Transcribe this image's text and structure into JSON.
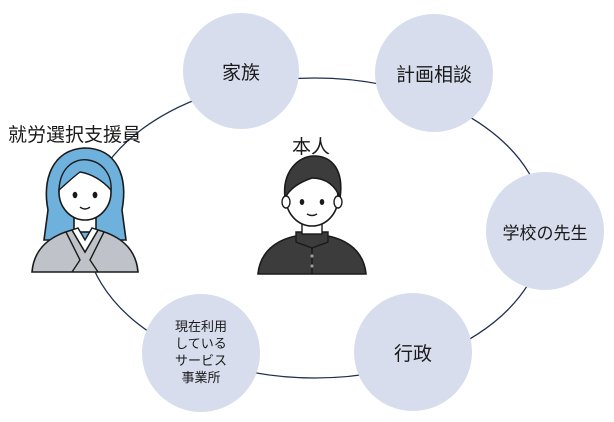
{
  "diagram": {
    "center_label": "本人",
    "support_worker_label": "就労選択支援員",
    "nodes": {
      "family": "家族",
      "planning": "計画相談",
      "school": "学校の先生",
      "admin": "行政",
      "service": "現在利用\nしている\nサービス\n事業所"
    }
  },
  "colors": {
    "node_fill": "#d7dded",
    "ring_line": "#1f2f4f",
    "worker_hair": "#6fb1dd",
    "student_hair": "#3c3c3c"
  }
}
